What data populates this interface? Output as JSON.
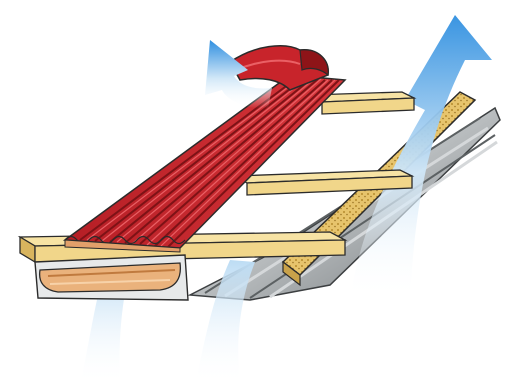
{
  "illustration": {
    "subject": "ventilated-corrugated-roof",
    "components": [
      "corrugated-roof-sheet",
      "ridge-cap",
      "battens",
      "counter-battens",
      "underlay-membrane",
      "gutter",
      "ventilation-airflow"
    ]
  },
  "colors": {
    "roof_sheet": "#c8242b",
    "roof_sheet_dark": "#8e1418",
    "batten": "#f3d88c",
    "batten_dark": "#c9a24a",
    "membrane": "#8f9497",
    "membrane_light": "#c3c6c8",
    "gutter": "#e6b07a",
    "airflow": "#2f8fe0",
    "airflow_light": "#dbeefa",
    "outline": "#2b2b2b"
  }
}
